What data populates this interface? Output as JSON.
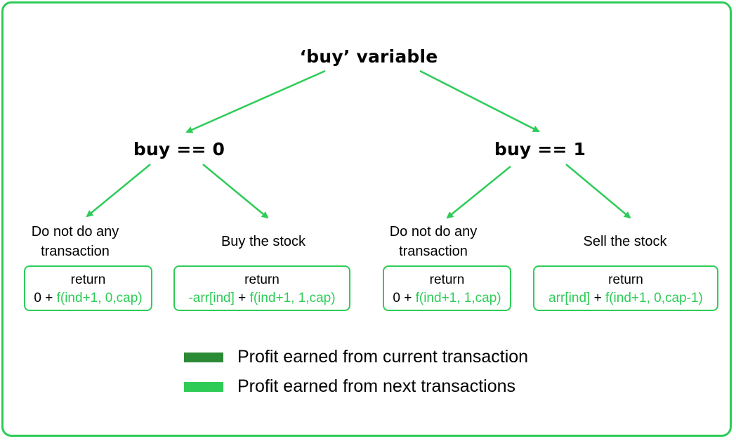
{
  "colors": {
    "accent": "#2ecc57",
    "current": "#2a8a35",
    "next": "#2ecc57"
  },
  "root": {
    "title": "‘buy’ variable"
  },
  "branches": [
    {
      "title": "buy == 0",
      "leaves": [
        {
          "label_line1": "Do not do any",
          "label_line2": "transaction",
          "return_kw": "return",
          "current": "0",
          "op": " + ",
          "next": "f(ind+1, 0,cap)"
        },
        {
          "label_line1": "Buy the stock",
          "label_line2": "",
          "return_kw": "return",
          "current": "-arr[ind]",
          "op": " + ",
          "next": "f(ind+1, 1,cap)"
        }
      ]
    },
    {
      "title": "buy == 1",
      "leaves": [
        {
          "label_line1": "Do not do any",
          "label_line2": "transaction",
          "return_kw": "return",
          "current": "0",
          "op": " + ",
          "next": "f(ind+1, 1,cap)"
        },
        {
          "label_line1": "Sell the stock",
          "label_line2": "",
          "return_kw": "return",
          "current": "arr[ind]",
          "op": " + ",
          "next": "f(ind+1, 0,cap-1)"
        }
      ]
    }
  ],
  "legend": [
    {
      "label": "Profit earned from current transaction"
    },
    {
      "label": "Profit earned from next transactions"
    }
  ]
}
